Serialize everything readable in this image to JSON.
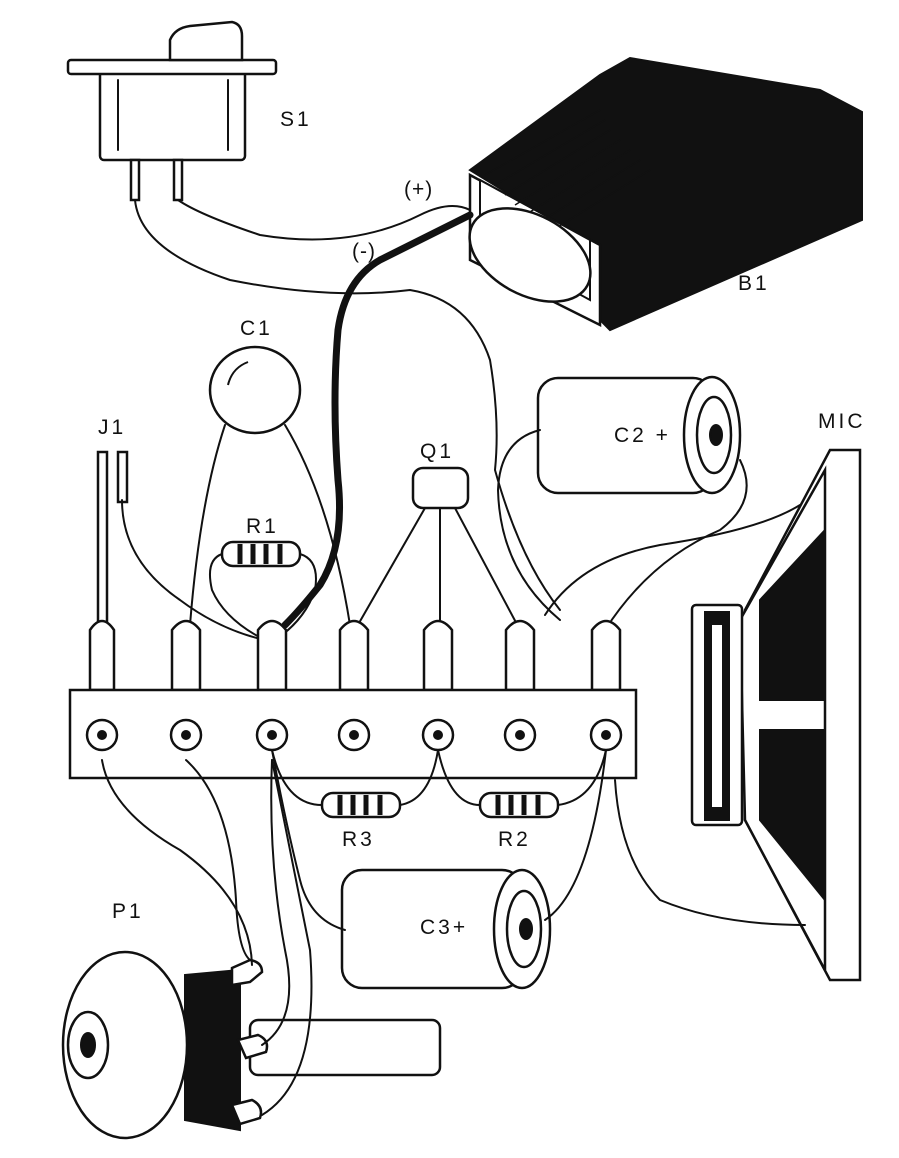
{
  "labels": {
    "s1": "S1",
    "b1": "B1",
    "plus": "(+)",
    "minus": "(-)",
    "c1": "C1",
    "j1": "J1",
    "r1": "R1",
    "q1": "Q1",
    "c2": "C2 +",
    "mic": "MIC",
    "r3": "R3",
    "r2": "R2",
    "c3": "C3+",
    "p1": "P1"
  },
  "terminal_strip": {
    "terminal_count": 7
  }
}
